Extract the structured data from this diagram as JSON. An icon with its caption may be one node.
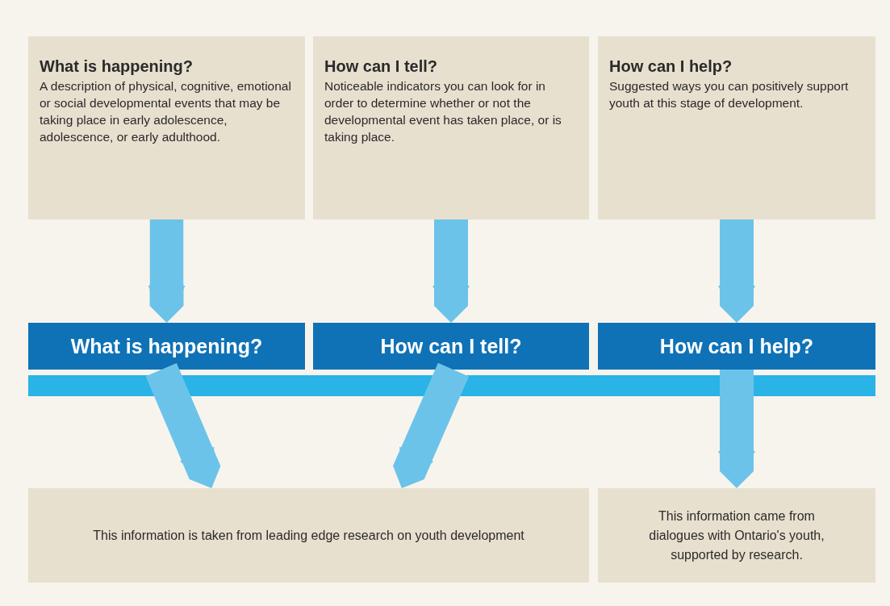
{
  "diagram": {
    "nodes": [
      {
        "text": [
          "What is happening?",
          "A description of physical, cognitive, emotional or social developmental events that may be taking place in early adolescence, adolescence, or early adulthood."
        ]
      },
      {
        "text": [
          "How can I tell?",
          "Noticeable indicators you can look for in order to determine whether or not the developmental event has taken place, or is taking place."
        ]
      },
      {
        "text": [
          "How can I help?",
          "Suggested ways you can positively support youth at this stage of development."
        ]
      },
      {
        "text": [
          "What is happening?"
        ]
      },
      {
        "text": [
          "How can I tell?"
        ]
      },
      {
        "text": [
          "How can I help?"
        ]
      },
      {
        "text": [
          "This information is taken from leading edge research on youth development"
        ]
      },
      {
        "text": [
          "This information came from dialogues with Ontario's youth, supported by research."
        ]
      }
    ],
    "edges": [
      {
        "from": 0,
        "to": 3,
        "arrow": "to"
      },
      {
        "from": 1,
        "to": 4,
        "arrow": "to"
      },
      {
        "from": 2,
        "to": 5,
        "arrow": "to"
      },
      {
        "from": 3,
        "to": 6,
        "arrow": "to"
      },
      {
        "from": 4,
        "to": 6,
        "arrow": "to"
      },
      {
        "from": 5,
        "to": 7,
        "arrow": "to"
      }
    ]
  }
}
